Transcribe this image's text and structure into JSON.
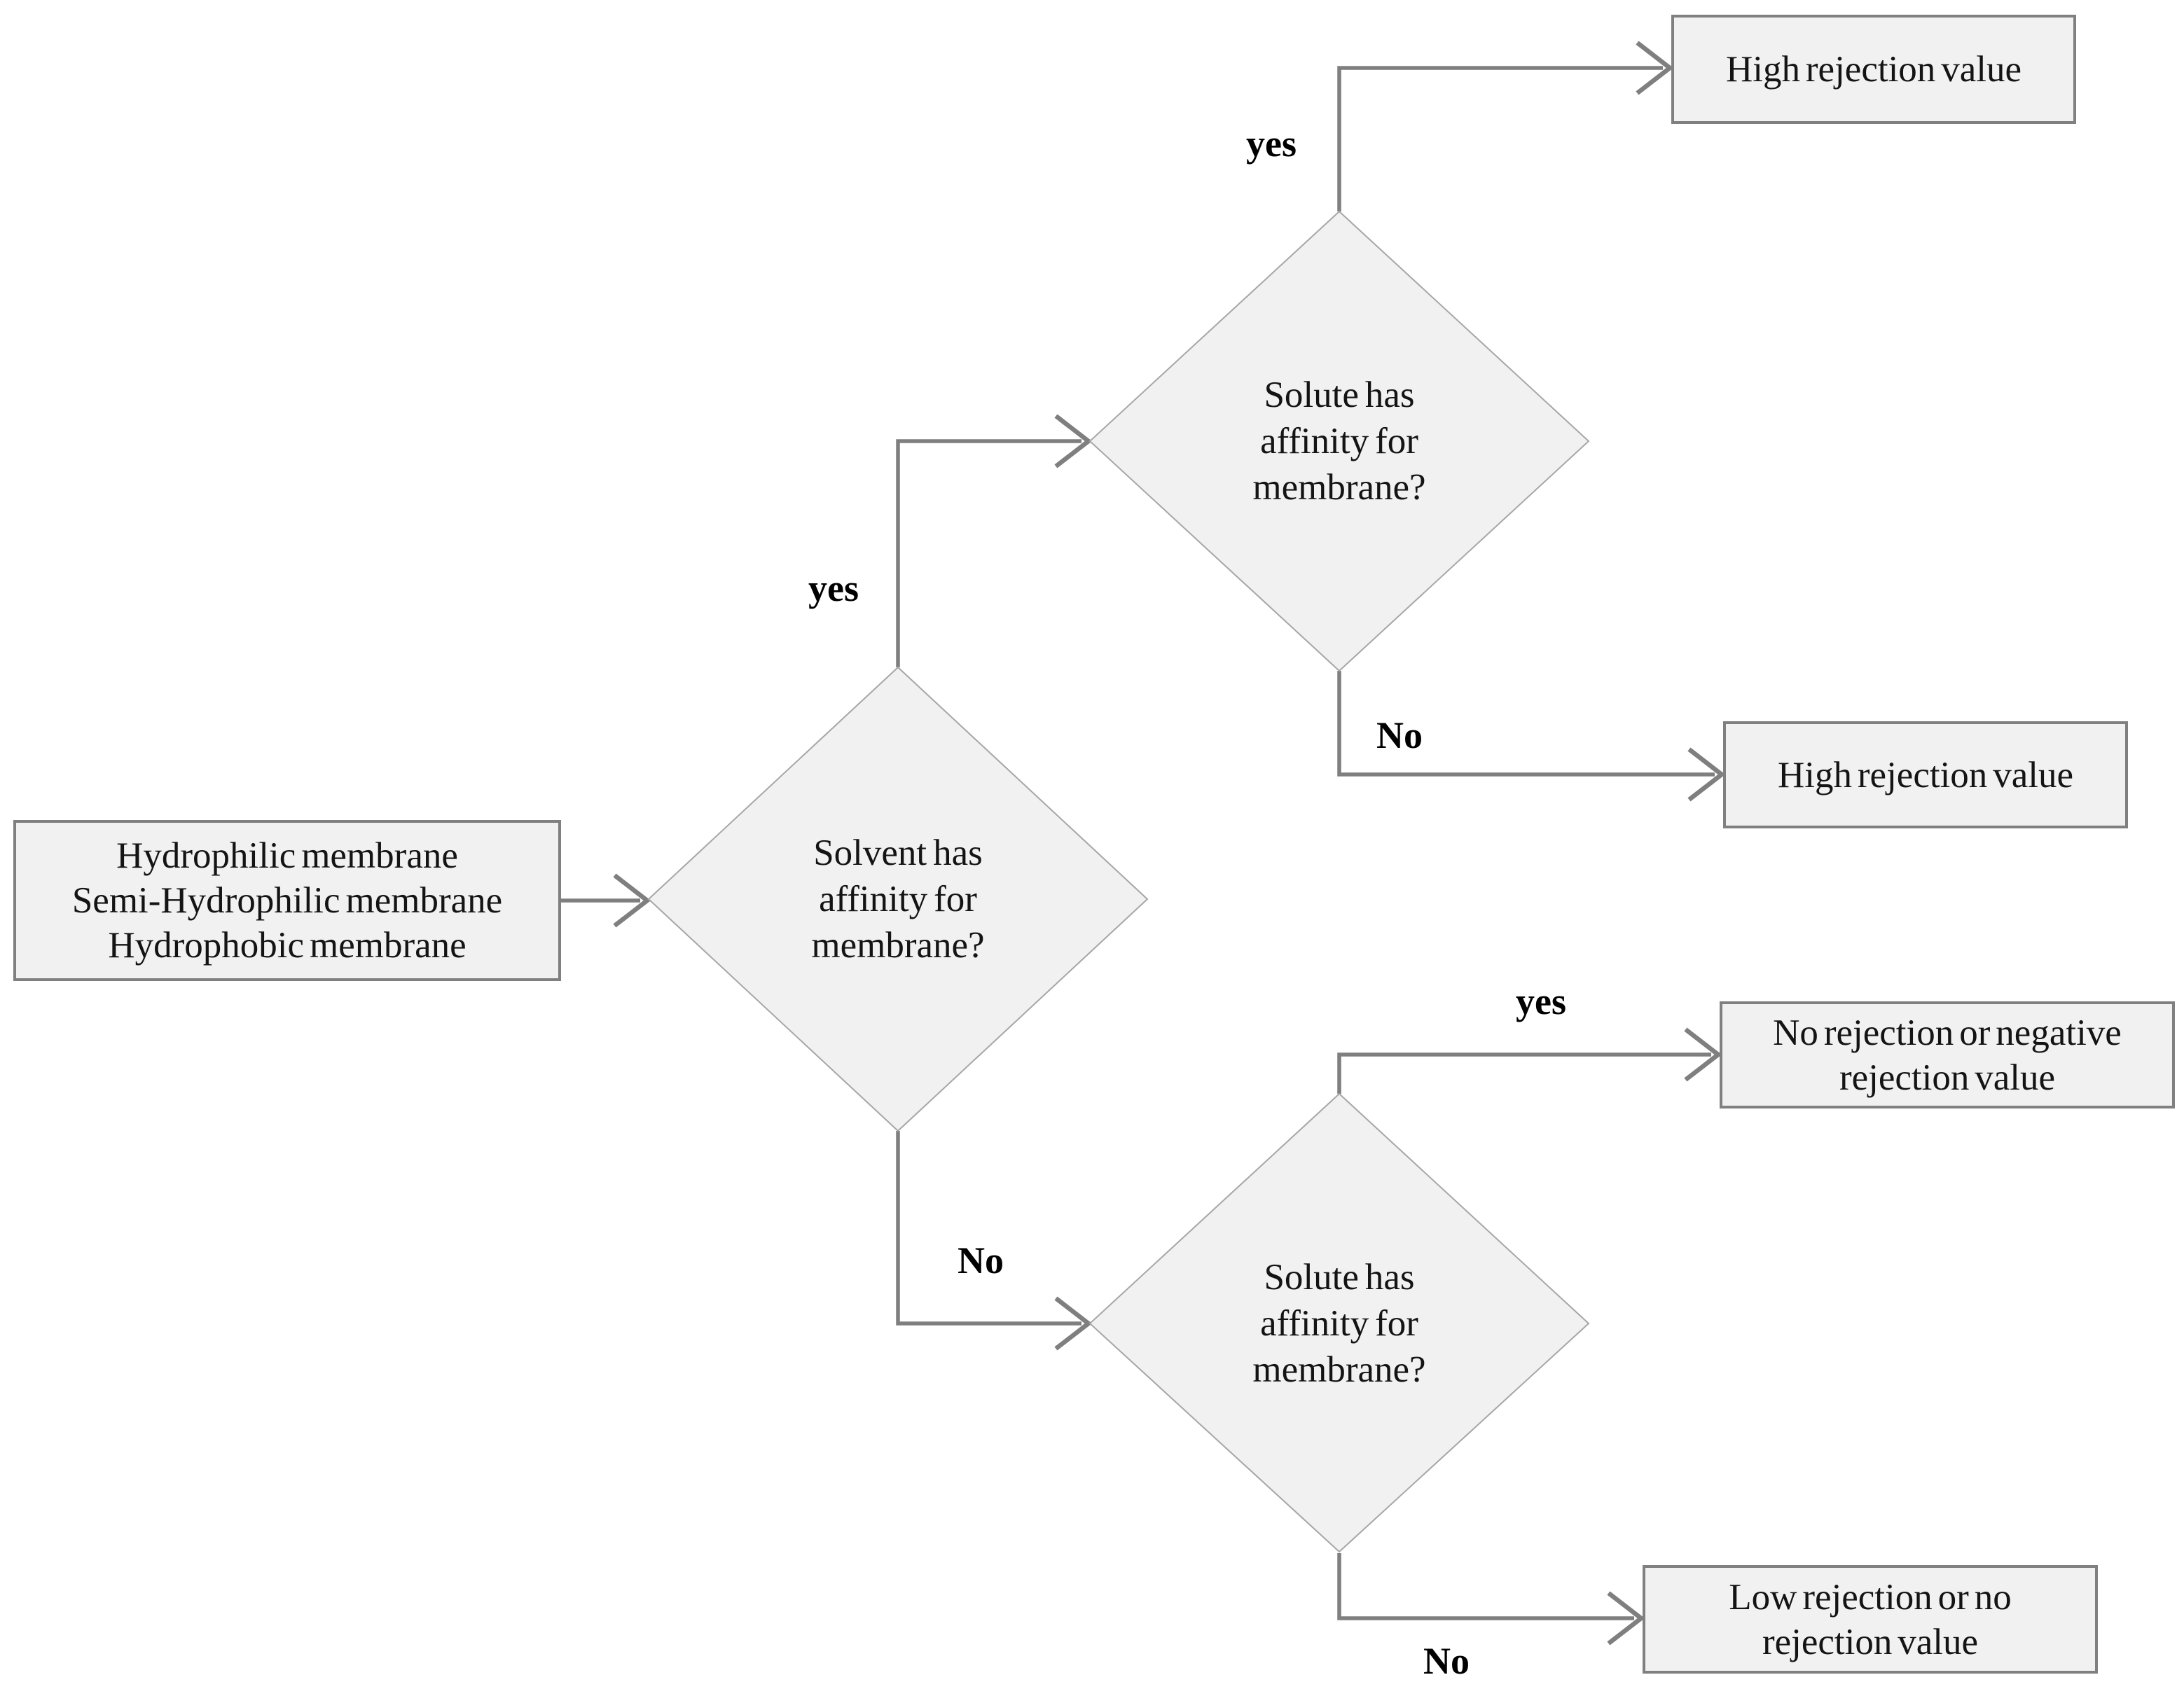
{
  "figure": {
    "type": "flowchart",
    "background": "#ffffff"
  },
  "colors": {
    "node_fill": "#f1f1f1",
    "box_border": "#808080",
    "diamond_border": "#a6a6a6",
    "connector": "#7f7f7f",
    "text": "#141414"
  },
  "nodes": {
    "source": {
      "shape": "rectangle",
      "lines": [
        "Hydrophilic membrane",
        "Semi-Hydrophilic membrane",
        "Hydrophobic membrane"
      ]
    },
    "solvent_affinity": {
      "shape": "diamond",
      "lines": [
        "Solvent has",
        "affinity for",
        "membrane?"
      ]
    },
    "solute_affinity_top": {
      "shape": "diamond",
      "lines": [
        "Solute has",
        "affinity for",
        "membrane?"
      ]
    },
    "solute_affinity_bottom": {
      "shape": "diamond",
      "lines": [
        "Solute has",
        "affinity for",
        "membrane?"
      ]
    },
    "outcome_top_yes": {
      "shape": "rectangle",
      "lines": [
        "High rejection value"
      ]
    },
    "outcome_top_no": {
      "shape": "rectangle",
      "lines": [
        "High rejection value"
      ]
    },
    "outcome_bottom_yes": {
      "shape": "rectangle",
      "lines": [
        "No rejection or negative",
        "rejection value"
      ]
    },
    "outcome_bottom_no": {
      "shape": "rectangle",
      "lines": [
        "Low rejection or no",
        "rejection value"
      ]
    }
  },
  "edge_labels": {
    "solvent_yes": "yes",
    "solvent_no": "No",
    "solute_top_yes": "yes",
    "solute_top_no": "No",
    "solute_bottom_yes": "yes",
    "solute_bottom_no": "No"
  }
}
